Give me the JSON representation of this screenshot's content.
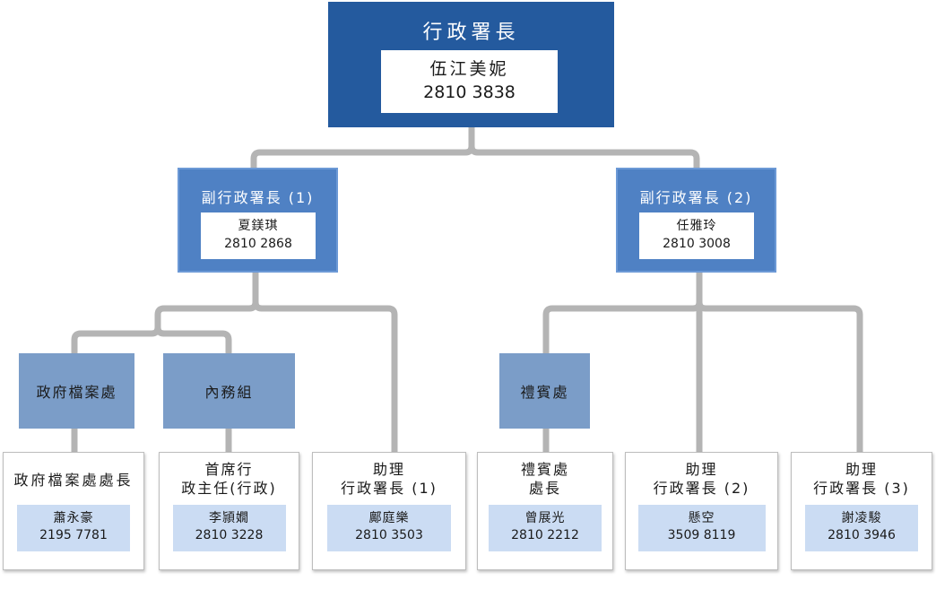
{
  "director": {
    "title": "行政署長",
    "name": "伍江美妮",
    "phone": "2810 3838"
  },
  "deputies": [
    {
      "title": "副行政署長 (1)",
      "name": "夏鎂琪",
      "phone": "2810 2868"
    },
    {
      "title": "副行政署長 (2)",
      "name": "任雅玲",
      "phone": "2810 3008"
    }
  ],
  "units": [
    {
      "label": "政府檔案處"
    },
    {
      "label": "內務組"
    },
    {
      "label": "禮賓處"
    }
  ],
  "officers": [
    {
      "title_line1": "政府檔案處處長",
      "title_line2": "",
      "name": "蕭永豪",
      "phone": "2195 7781"
    },
    {
      "title_line1": "首席行",
      "title_line2": "政主任(行政)",
      "name": "李頴嫺",
      "phone": "2810 3228"
    },
    {
      "title_line1": "助理",
      "title_line2": "行政署長 (1)",
      "name": "鄺庭樂",
      "phone": "2810 3503"
    },
    {
      "title_line1": "禮賓處",
      "title_line2": "處長",
      "name": "曾展光",
      "phone": "2810 2212"
    },
    {
      "title_line1": "助理",
      "title_line2": "行政署長 (2)",
      "name": "懸空",
      "phone": "3509 8119"
    },
    {
      "title_line1": "助理",
      "title_line2": "行政署長 (3)",
      "name": "謝凌駿",
      "phone": "2810 3946"
    }
  ],
  "colors": {
    "director_fill": "#245a9e",
    "deputy_fill": "#4f81c4",
    "unit_fill": "#7b9dc8",
    "officer_inner_fill": "#cbdcf3",
    "connector": "#b4b4b4"
  }
}
